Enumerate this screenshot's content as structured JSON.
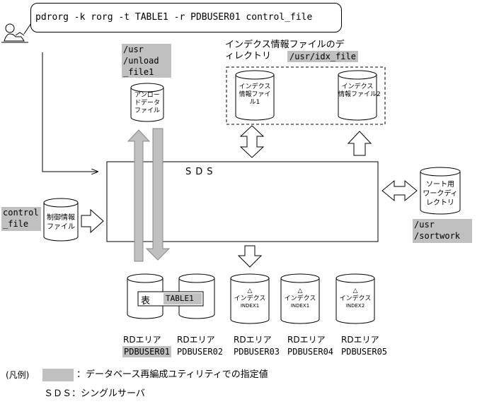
{
  "command": "pdrorg -k rorg -t TABLE1 -r PDBUSER01 control_file",
  "unload_path": [
    "/usr",
    "/unload",
    "_file1"
  ],
  "unload_cyl": [
    "アンロー",
    "ドデータ",
    "ファイル"
  ],
  "index_dir_caption": [
    "インデクス情報ファイルのデ",
    "ィレクトリ"
  ],
  "index_dir_path": "/usr/idx_file",
  "index_info": [
    [
      "インデクス",
      "情報ファイ",
      "ル1"
    ],
    [
      "インデクス",
      "情報ファイル2"
    ]
  ],
  "sds_label": "SDS",
  "sort_cyl": [
    "ソート用",
    "ワークディ",
    "レクトリ"
  ],
  "sort_path": [
    "/usr",
    "/sortwork"
  ],
  "control_file_label": [
    "control",
    "_file"
  ],
  "control_cyl": [
    "制御情報",
    "ファイル"
  ],
  "table_marker": "表",
  "table_name": "TABLE1",
  "index_cyls": [
    {
      "mark": "△",
      "title": "インデクス",
      "name": "INDEX1"
    },
    {
      "mark": "△",
      "title": "インデクス",
      "name": "INDEX1"
    },
    {
      "mark": "△",
      "title": "インデクス",
      "name": "INDEX2"
    }
  ],
  "rd_areas": [
    {
      "label": "RDエリア",
      "name": "PDBUSER01",
      "highlight": true
    },
    {
      "label": "RDエリア",
      "name": "PDBUSER02",
      "highlight": false
    },
    {
      "label": "RDエリア",
      "name": "PDBUSER03",
      "highlight": false
    },
    {
      "label": "RDエリア",
      "name": "PDBUSER04",
      "highlight": false
    },
    {
      "label": "RDエリア",
      "name": "PDBUSER05",
      "highlight": false
    }
  ],
  "legend": {
    "prefix": "(凡例)",
    "gray_desc": "：データベース再編成ユティリティでの指定値",
    "sds_desc": "ＳＤＳ：シングルサーバ"
  },
  "colors": {
    "highlight": "#c0c0c0",
    "line": "#000000",
    "background": "#ffffff"
  }
}
